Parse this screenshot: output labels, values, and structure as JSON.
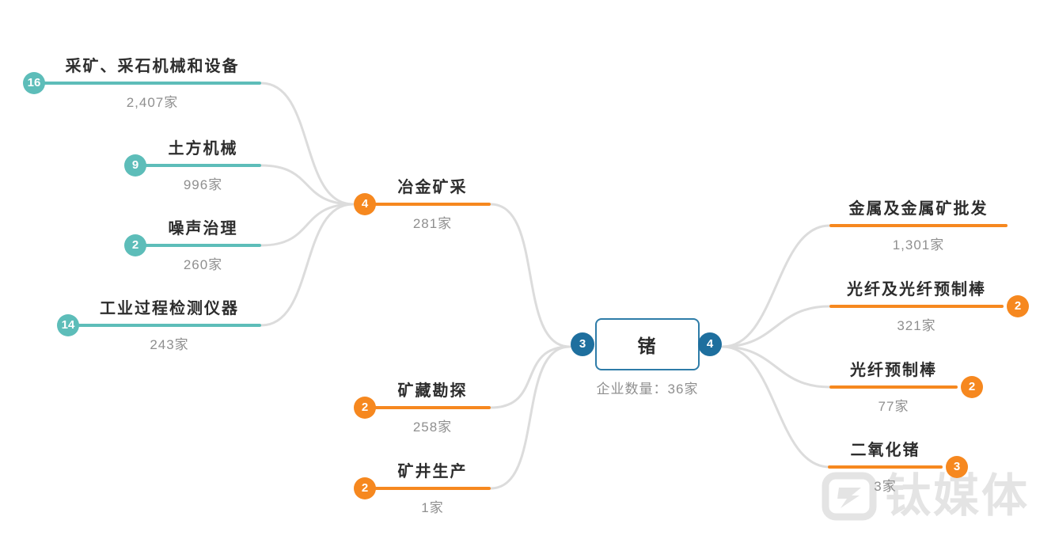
{
  "center": {
    "label": "锗",
    "caption": "企业数量：36家",
    "left_badge": "3",
    "right_badge": "4"
  },
  "left_level1": [
    {
      "label": "冶金矿采",
      "count": "281家",
      "badge": "4"
    },
    {
      "label": "矿藏勘探",
      "count": "258家",
      "badge": "2"
    },
    {
      "label": "矿井生产",
      "count": "1家",
      "badge": "2"
    }
  ],
  "left_level2": [
    {
      "label": "采矿、采石机械和设备",
      "count": "2,407家",
      "badge": "16"
    },
    {
      "label": "土方机械",
      "count": "996家",
      "badge": "9"
    },
    {
      "label": "噪声治理",
      "count": "260家",
      "badge": "2"
    },
    {
      "label": "工业过程检测仪器",
      "count": "243家",
      "badge": "14"
    }
  ],
  "right_level1": [
    {
      "label": "金属及金属矿批发",
      "count": "1,301家"
    },
    {
      "label": "光纤及光纤预制棒",
      "count": "321家",
      "badge": "2"
    },
    {
      "label": "光纤预制棒",
      "count": "77家",
      "badge": "2"
    },
    {
      "label": "二氧化锗",
      "count": "3家",
      "badge": "3"
    }
  ],
  "watermark": {
    "text": "钛媒体"
  },
  "colors": {
    "teal": "#5dbdb9",
    "orange": "#f6881f",
    "root_badge_blue": "#1e6f9e",
    "root_border_blue": "#2e7ca8",
    "connector_gray": "#dcdcdc",
    "label_text": "#2d2d2d",
    "count_text": "#8f8f8f",
    "watermark_gray": "#e4e4e4"
  }
}
